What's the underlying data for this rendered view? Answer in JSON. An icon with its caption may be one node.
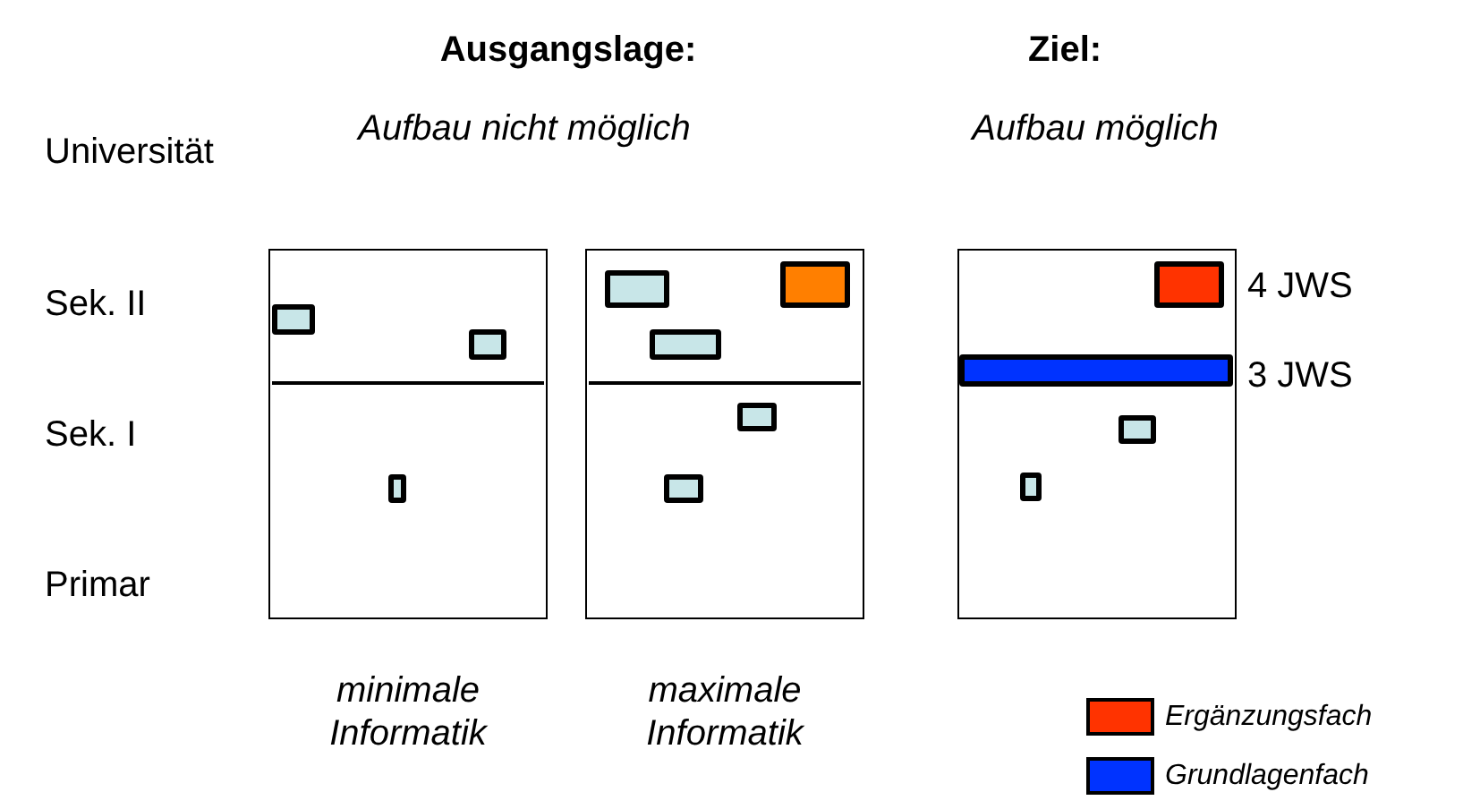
{
  "diagram": {
    "labels": [
      "Ausgangslage:",
      "Ziel:",
      "Universität",
      "Aufbau nicht möglich",
      "Aufbau möglich",
      "Sek. II",
      "4 JWS",
      "3 JWS",
      "Sek. I",
      "Primar",
      "minimale Informatik",
      "maximale Informatik"
    ],
    "legend": [
      {
        "text": "Ergänzungsfach",
        "color": "#ff3300"
      },
      {
        "text": "Grundlagenfach",
        "color": "#0033ff"
      }
    ]
  }
}
